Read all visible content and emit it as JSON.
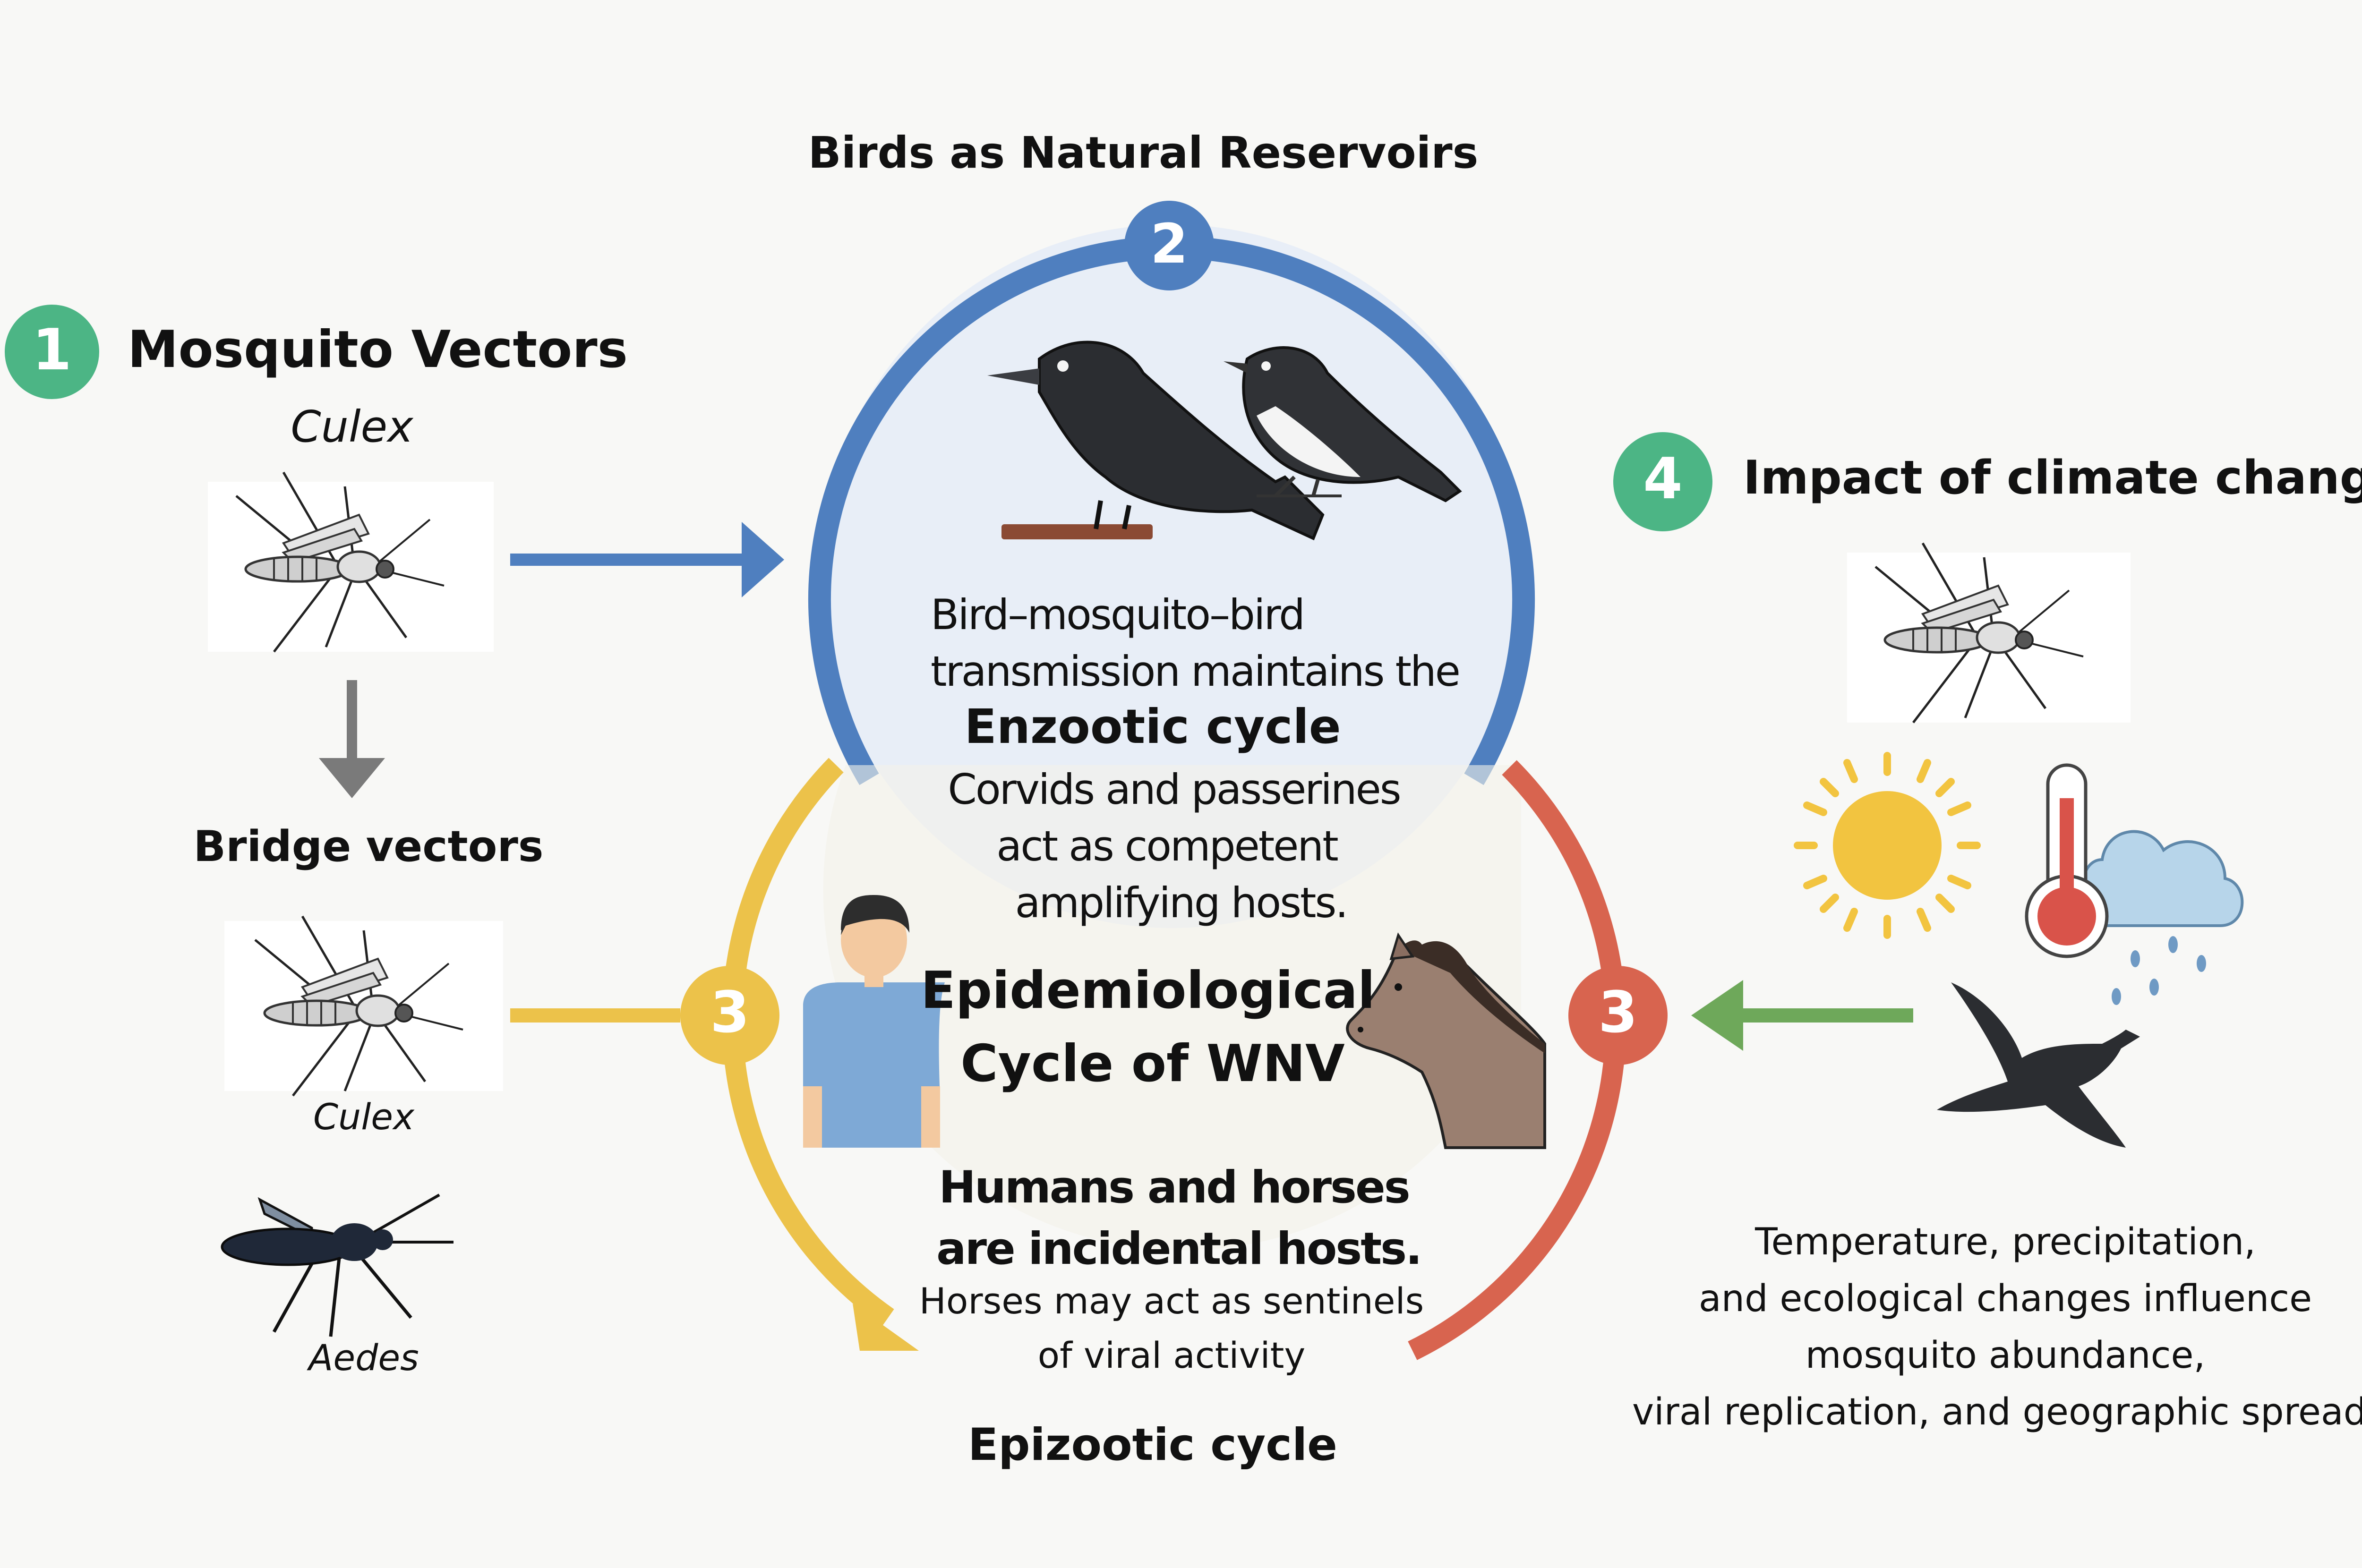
{
  "title": "Birds as Natural Reservoirs",
  "center_title": [
    "Epidemiological",
    "Cycle of WNV"
  ],
  "badges": {
    "one": "1",
    "two": "2",
    "three_left": "3",
    "three_right": "3",
    "four": "4"
  },
  "section1": {
    "heading": "Mosquito Vectors",
    "genus": "Culex",
    "bridge_heading": "Bridge vectors",
    "bridge_culex": "Culex",
    "bridge_aedes": "Aedes"
  },
  "enzootic": {
    "line1": "Bird–mosquito–bird",
    "line2": "transmission maintains the",
    "heading": "Enzootic cycle",
    "hosts_1": "Corvids and passerines",
    "hosts_2": "act as competent",
    "hosts_3": "amplifying hosts."
  },
  "epizootic": {
    "incidental_1": "Humans and horses",
    "incidental_2": "are incidental hosts.",
    "sentinel_1": "Horses may act as sentinels",
    "sentinel_2": "of viral activity",
    "heading": "Epizootic cycle"
  },
  "section4": {
    "heading": "Impact of climate change",
    "desc_1": "Temperature, precipitation,",
    "desc_2": "and ecological changes influence",
    "desc_3": "mosquito abundance,",
    "desc_4": "viral replication, and geographic spread."
  },
  "colors": {
    "blue": "#4f7fbf",
    "yellow": "#ecc24a",
    "red": "#d8644f",
    "green_badge": "#4cb585",
    "green_arrow": "#6ea85a",
    "gray_arrow": "#7a7a7a"
  },
  "icons": [
    "mosquito-icon",
    "crow-icon",
    "magpie-icon",
    "human-icon",
    "horse-icon",
    "sun-icon",
    "thermometer-icon",
    "rain-cloud-icon",
    "flying-bird-icon"
  ]
}
